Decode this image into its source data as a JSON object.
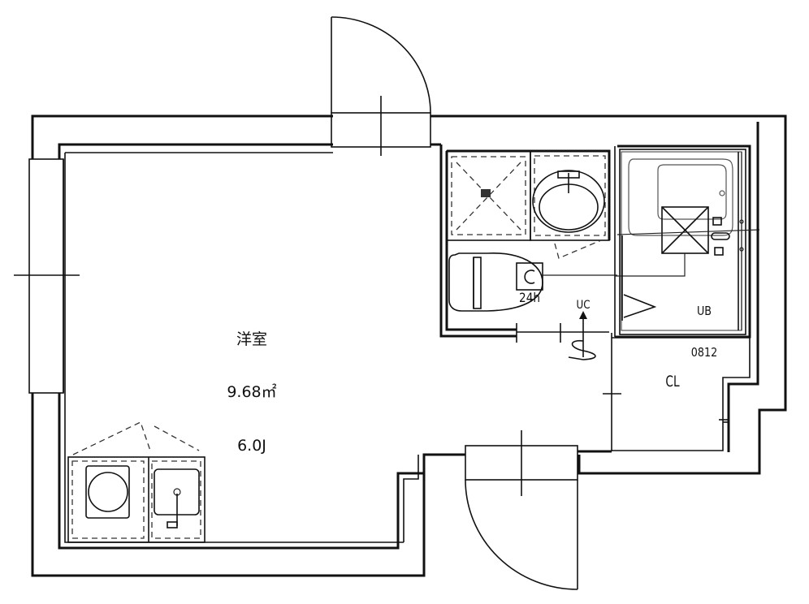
{
  "floor_plan": {
    "rooms": [
      {
        "id": "western-room",
        "name": "洋室",
        "area": "9.68㎡",
        "size_jo": "6.0J"
      },
      {
        "id": "unit-bath",
        "name": "UB",
        "model": "0812"
      },
      {
        "id": "closet",
        "name": "CL"
      }
    ],
    "labels": {
      "ventilation_fan": "24h",
      "utility_chase": "UC"
    },
    "fixtures": [
      "toilet",
      "wash-basin",
      "washing-machine-pan",
      "bathtub",
      "kitchen-sink",
      "cooktop-stove",
      "entrance-door",
      "balcony-door",
      "window"
    ],
    "colors": {
      "line": "#111111",
      "background": "#ffffff"
    }
  }
}
